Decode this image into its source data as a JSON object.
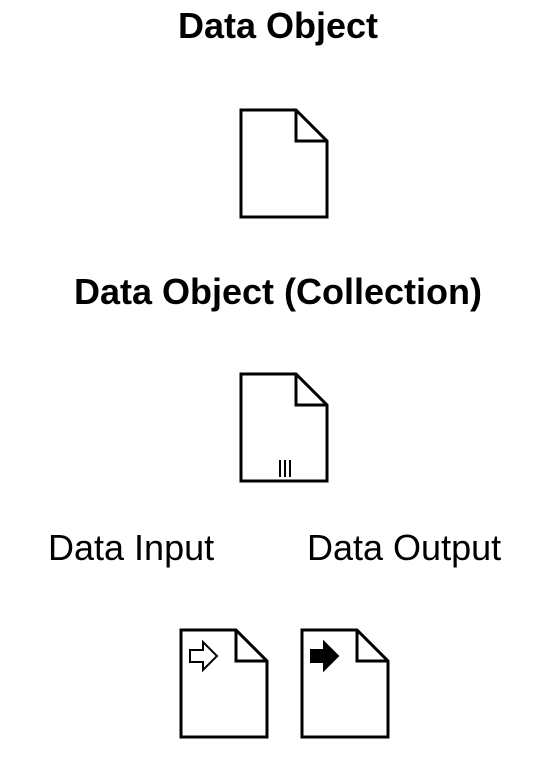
{
  "sections": {
    "data_object": {
      "title": "Data Object",
      "icon": "data-object-icon"
    },
    "data_object_collection": {
      "title": "Data Object (Collection)",
      "icon": "data-object-collection-icon"
    },
    "data_input": {
      "title": "Data Input",
      "icon": "data-input-icon"
    },
    "data_output": {
      "title": "Data Output",
      "icon": "data-output-icon"
    }
  },
  "colors": {
    "stroke": "#000000",
    "background": "#ffffff"
  }
}
